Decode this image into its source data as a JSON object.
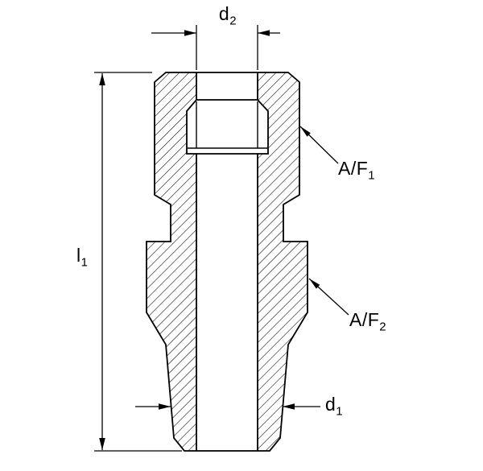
{
  "colors": {
    "line": "#000000",
    "background": "#ffffff"
  },
  "labels": {
    "d2": {
      "base": "d",
      "sub": "2"
    },
    "l1": {
      "base": "l",
      "sub": "1"
    },
    "af1": {
      "base": "A/F",
      "sub": "1"
    },
    "af2": {
      "base": "A/F",
      "sub": "2"
    },
    "d1": {
      "base": "d",
      "sub": "1"
    }
  }
}
